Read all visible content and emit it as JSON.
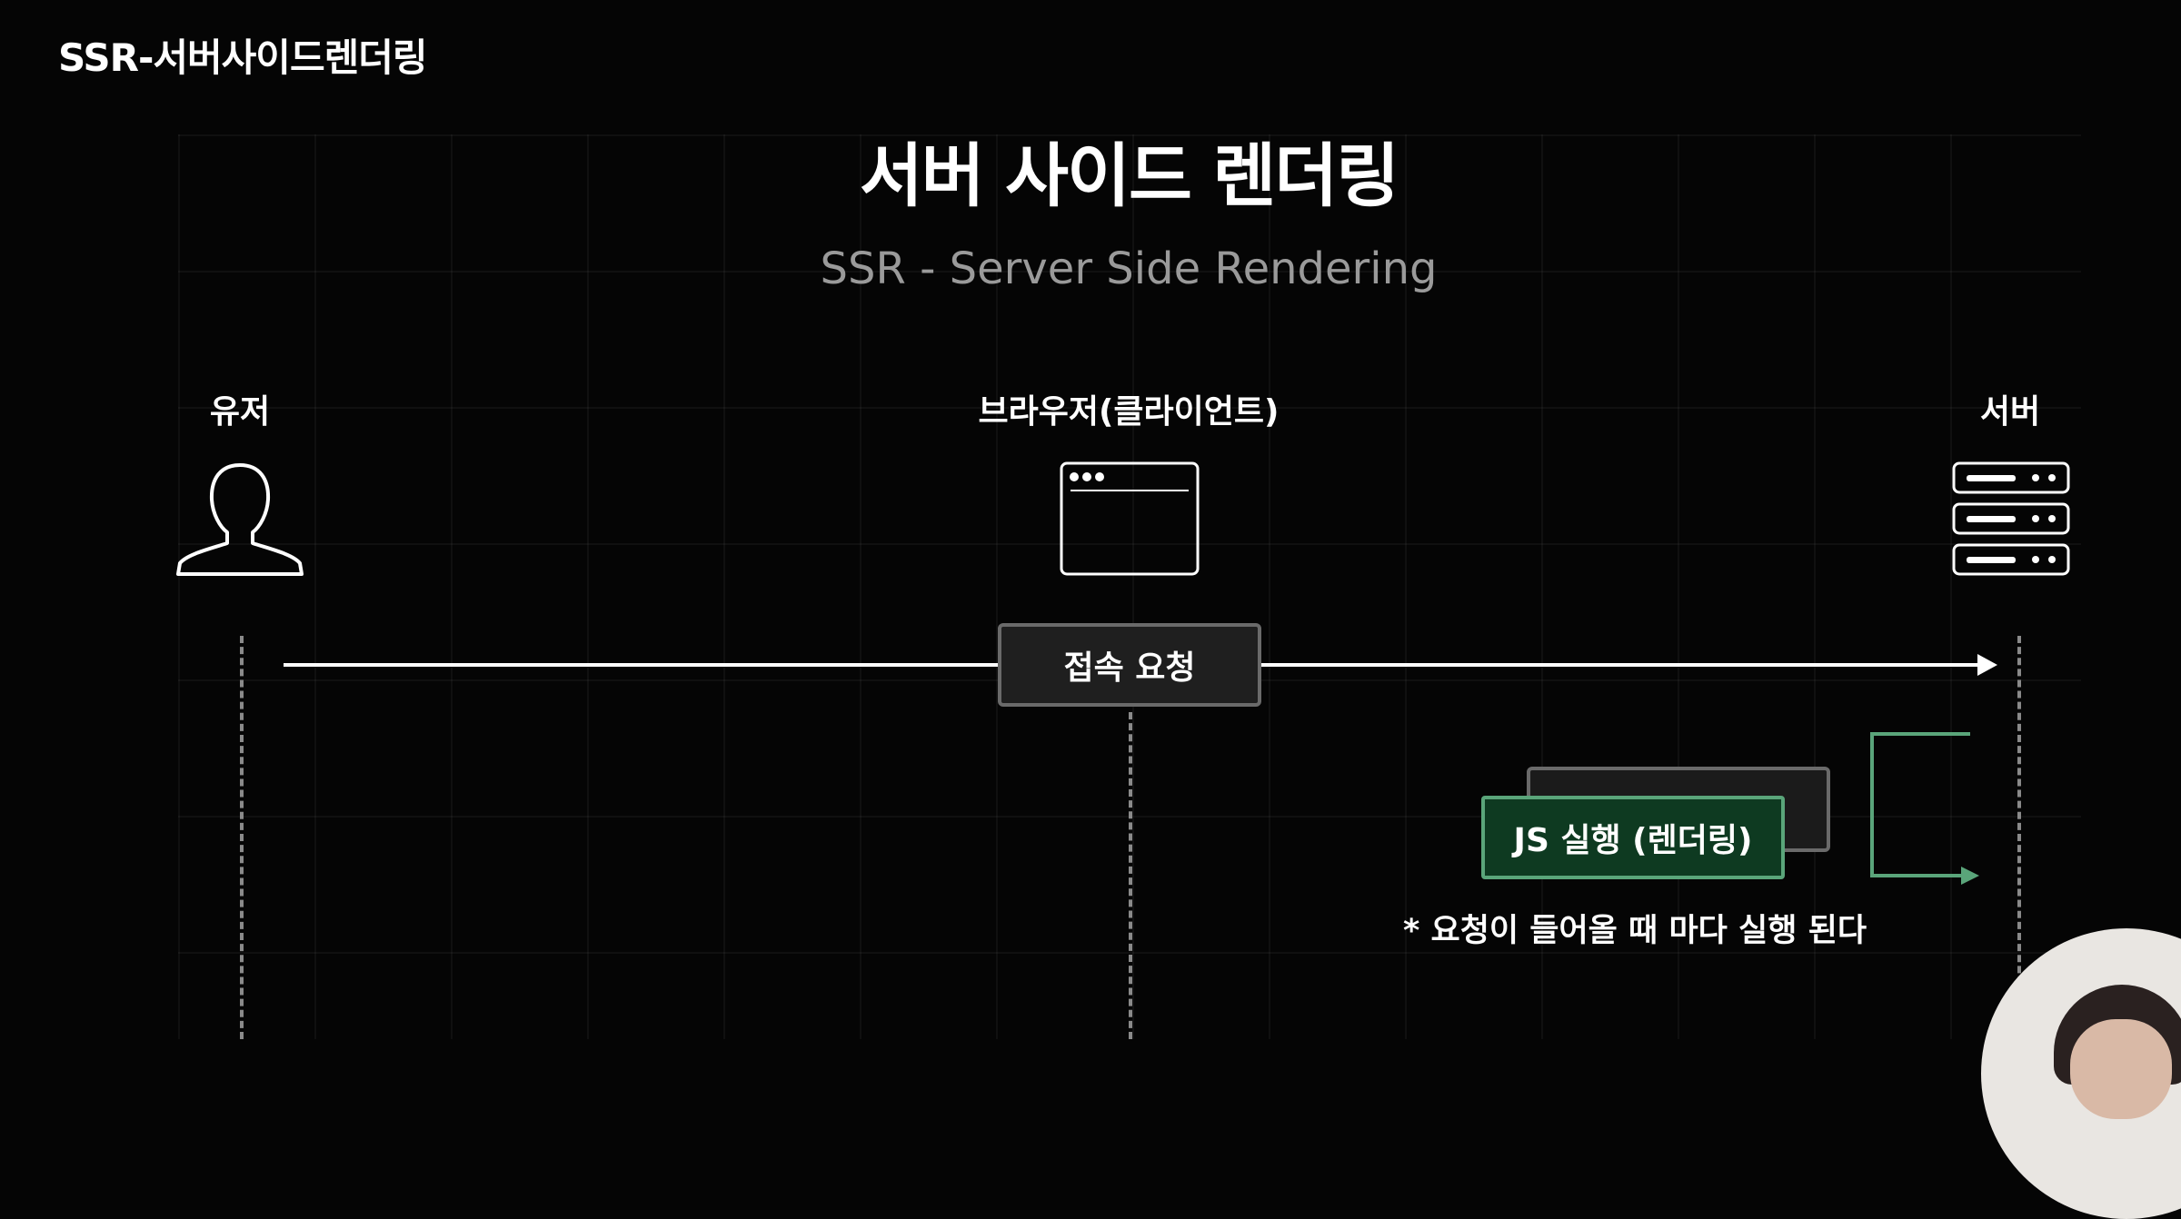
{
  "header": {
    "corner_title": "SSR-서버사이드렌더링"
  },
  "slide": {
    "title": "서버 사이드 렌더링",
    "subtitle": "SSR - Server Side Rendering"
  },
  "actors": {
    "user": {
      "label": "유저",
      "icon": "user-icon"
    },
    "browser": {
      "label": "브라우저(클라이언트)",
      "icon": "browser-window-icon"
    },
    "server": {
      "label": "서버",
      "icon": "server-stack-icon"
    }
  },
  "messages": {
    "request": "접속 요청",
    "ghost": "",
    "js_exec": "JS 실행 (렌더링)"
  },
  "note": "* 요청이 들어올 때 마다 실행 된다",
  "colors": {
    "background": "#050505",
    "accent_green": "#5aa57a",
    "box_border": "#6a6a6a"
  }
}
